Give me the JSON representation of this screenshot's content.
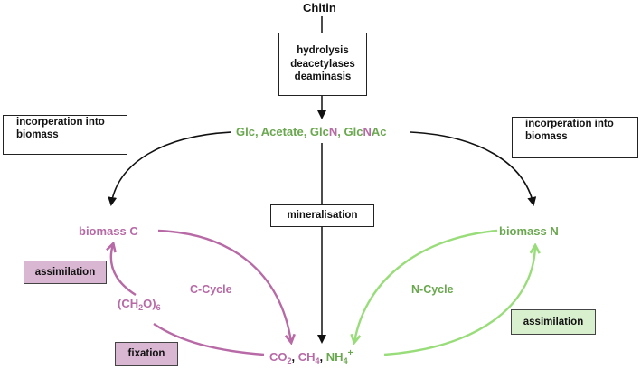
{
  "title": "Chitin",
  "process_box": {
    "line1": "hydrolysis",
    "line2": "deacetylases",
    "line3": "deaminasis"
  },
  "products": {
    "glc": "Glc",
    "sep1": ", ",
    "acetate": "Acetate",
    "sep2": ", ",
    "glc_part": "Glc",
    "n_part": "N",
    "sep3": ", ",
    "glcnac_1": "Glc",
    "glcnac_2": "N",
    "glcnac_3": "Ac"
  },
  "incorporation_left": {
    "line1": "incorperation into",
    "line2": "biomass"
  },
  "incorporation_right": {
    "line1": "incorperation into",
    "line2": "biomass"
  },
  "mineralisation": "mineralisation",
  "biomass_c": "biomass C",
  "biomass_n": "biomass N",
  "assimilation_left": "assimilation",
  "assimilation_right": "assimilation",
  "fixation": "fixation",
  "c_cycle": "C-Cycle",
  "n_cycle": "N-Cycle",
  "ch2o6": {
    "open": "(CH",
    "sub2": "2",
    "o": "O)",
    "sub6": "6"
  },
  "outputs": {
    "co": "CO",
    "co_sub": "2",
    "sep1": ", ",
    "ch": "CH",
    "ch_sub": "4",
    "sep2": ", ",
    "nh": "NH",
    "nh_sub": "4",
    "nh_sup": "+"
  },
  "colors": {
    "carbon": "#b76aa6",
    "nitrogen": "#6aa84f",
    "nitrogen_light": "#99dd7a",
    "arrow_black": "#111111",
    "purple_box": "#d9b7d2",
    "green_box": "#d9f0cf"
  }
}
